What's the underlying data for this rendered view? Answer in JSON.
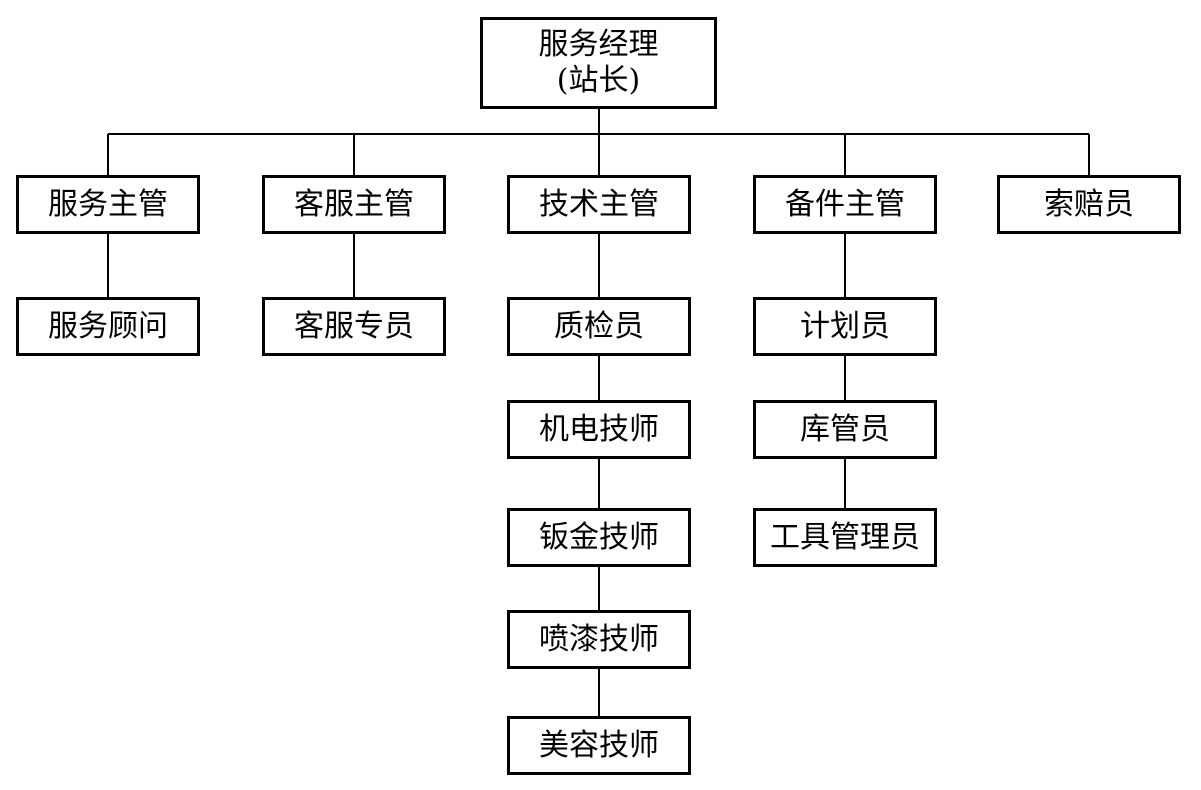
{
  "org_chart": {
    "root": {
      "line1": "服务经理",
      "line2": "(站长)"
    },
    "branches": [
      {
        "title": "服务主管",
        "children": [
          "服务顾问"
        ]
      },
      {
        "title": "客服主管",
        "children": [
          "客服专员"
        ]
      },
      {
        "title": "技术主管",
        "children": [
          "质检员",
          "机电技师",
          "钣金技师",
          "喷漆技师",
          "美容技师"
        ]
      },
      {
        "title": "备件主管",
        "children": [
          "计划员",
          "库管员",
          "工具管理员"
        ]
      },
      {
        "title": "索赔员",
        "children": []
      }
    ]
  },
  "colors": {
    "line": "#000000",
    "box_border": "#000000",
    "background": "#ffffff"
  }
}
